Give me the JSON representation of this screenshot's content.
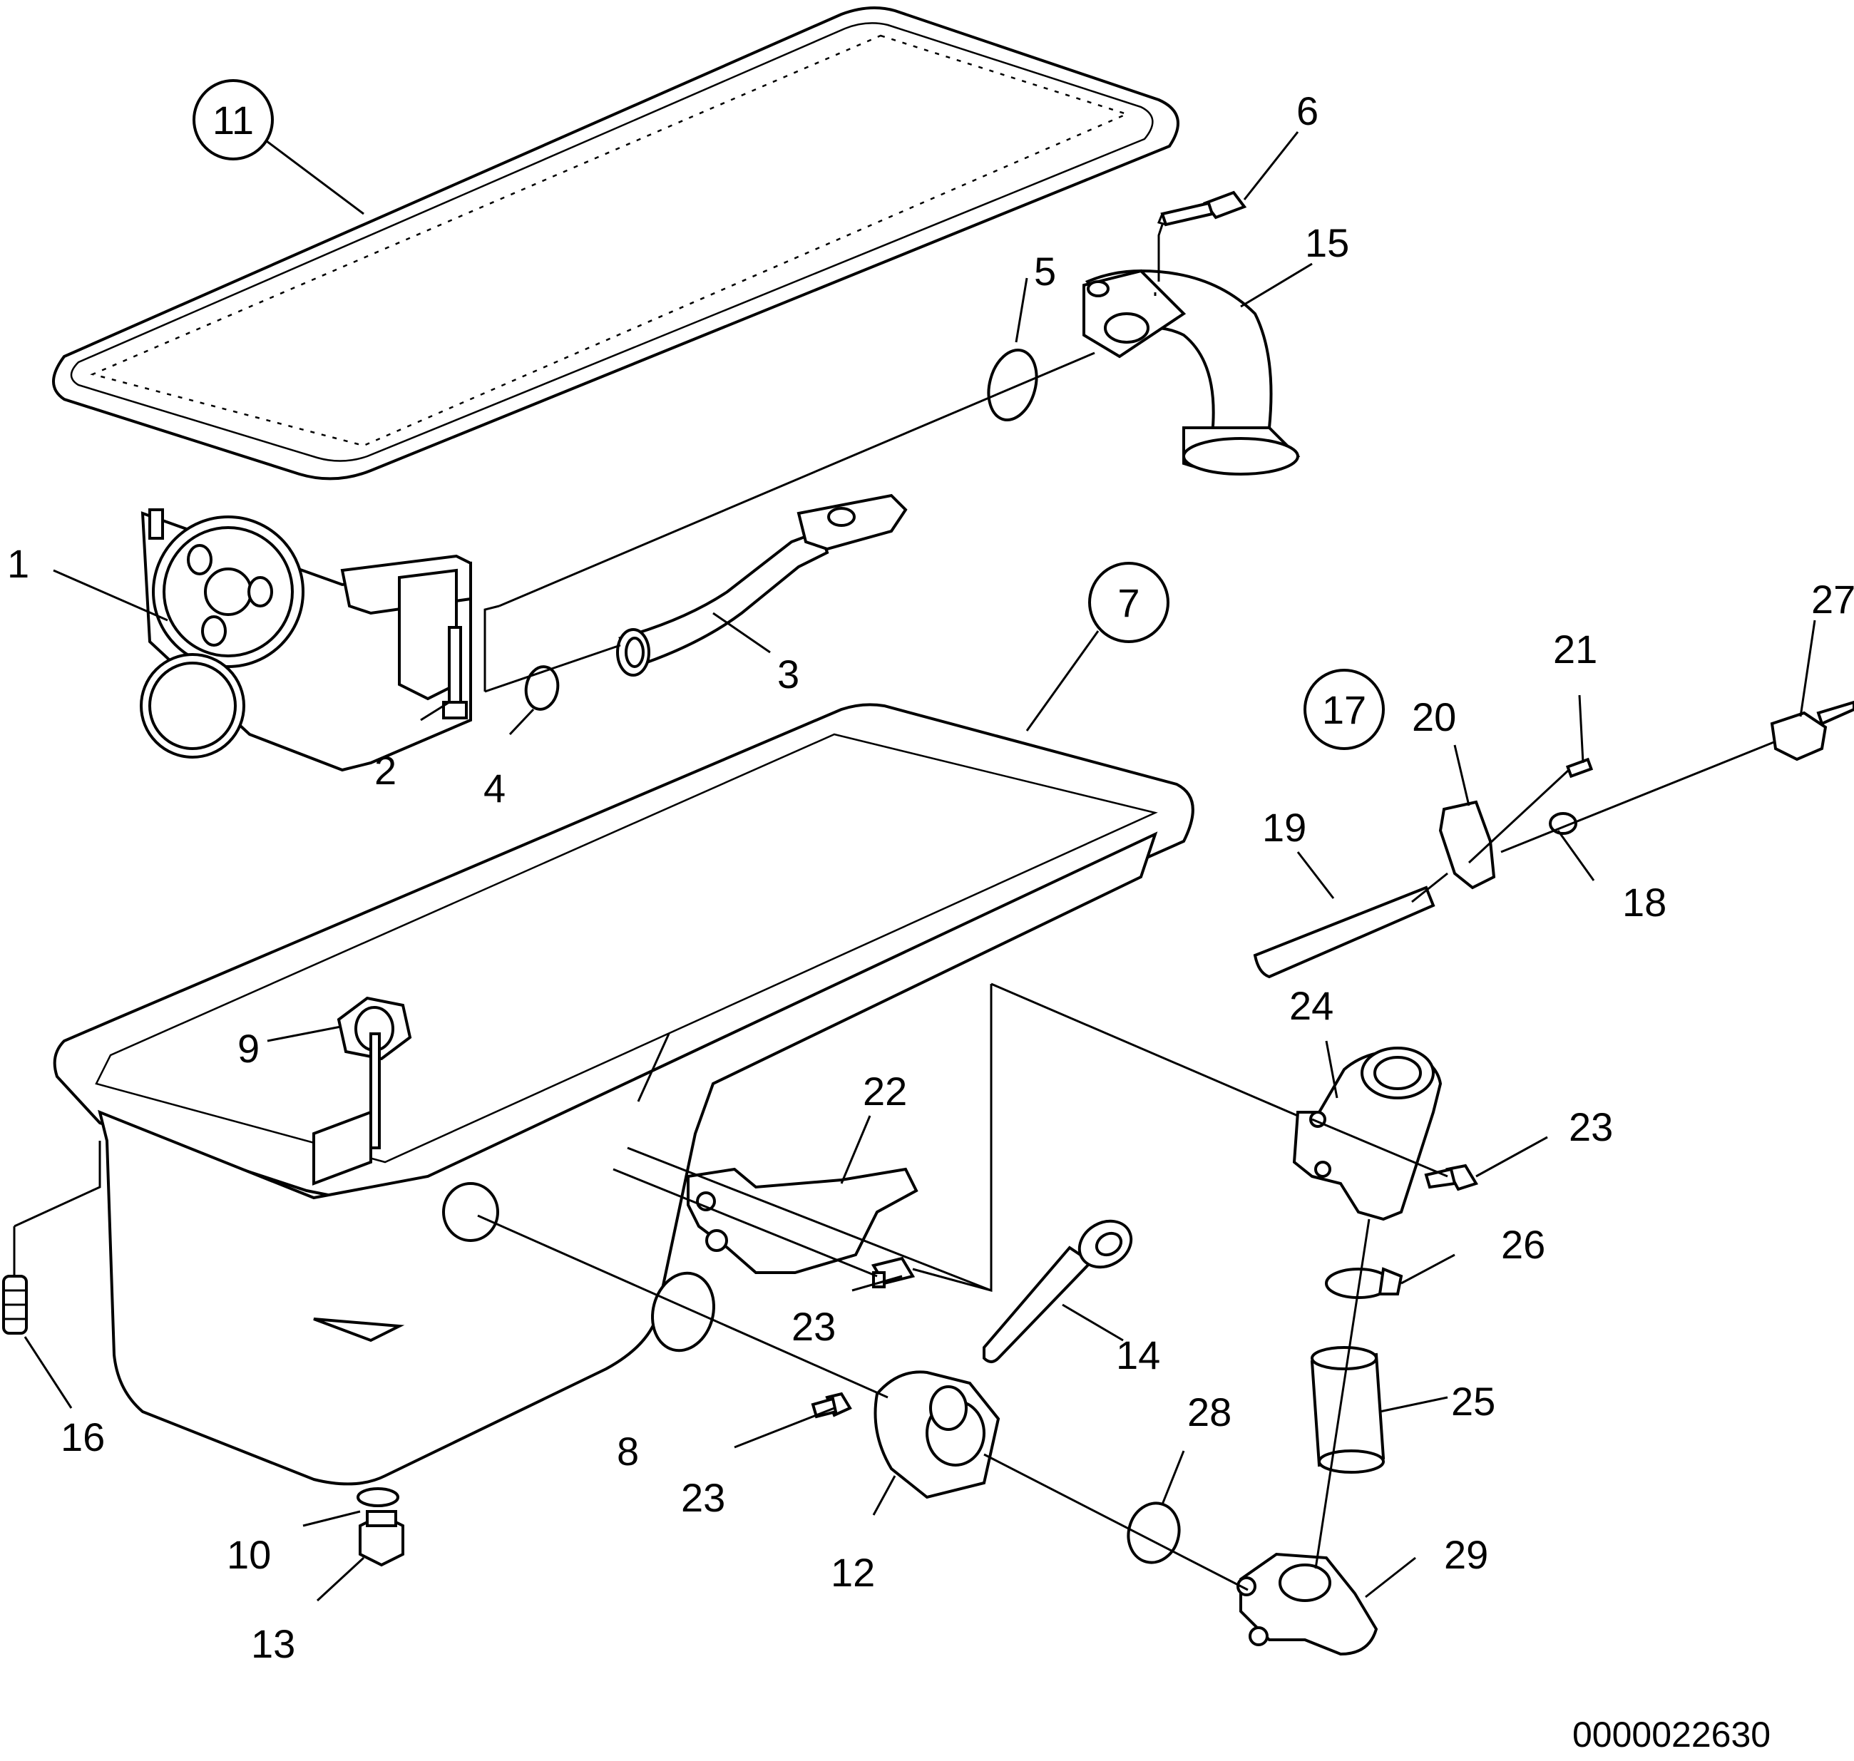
{
  "callouts": [
    {
      "id": "1",
      "text": "1",
      "circled": false
    },
    {
      "id": "2",
      "text": "2",
      "circled": false
    },
    {
      "id": "3",
      "text": "3",
      "circled": false
    },
    {
      "id": "4",
      "text": "4",
      "circled": false
    },
    {
      "id": "5",
      "text": "5",
      "circled": false
    },
    {
      "id": "6",
      "text": "6",
      "circled": false
    },
    {
      "id": "7",
      "text": "7",
      "circled": true
    },
    {
      "id": "8",
      "text": "8",
      "circled": false
    },
    {
      "id": "9",
      "text": "9",
      "circled": false
    },
    {
      "id": "10",
      "text": "10",
      "circled": false
    },
    {
      "id": "11",
      "text": "11",
      "circled": true
    },
    {
      "id": "12",
      "text": "12",
      "circled": false
    },
    {
      "id": "13",
      "text": "13",
      "circled": false
    },
    {
      "id": "14",
      "text": "14",
      "circled": false
    },
    {
      "id": "15",
      "text": "15",
      "circled": false
    },
    {
      "id": "16",
      "text": "16",
      "circled": false
    },
    {
      "id": "17",
      "text": "17",
      "circled": true
    },
    {
      "id": "18",
      "text": "18",
      "circled": false
    },
    {
      "id": "19",
      "text": "19",
      "circled": false
    },
    {
      "id": "20",
      "text": "20",
      "circled": false
    },
    {
      "id": "21",
      "text": "21",
      "circled": false
    },
    {
      "id": "22",
      "text": "22",
      "circled": false
    },
    {
      "id": "23a",
      "text": "23",
      "circled": false
    },
    {
      "id": "23b",
      "text": "23",
      "circled": false
    },
    {
      "id": "23c",
      "text": "23",
      "circled": false
    },
    {
      "id": "24",
      "text": "24",
      "circled": false
    },
    {
      "id": "25",
      "text": "25",
      "circled": false
    },
    {
      "id": "26",
      "text": "26",
      "circled": false
    },
    {
      "id": "27",
      "text": "27",
      "circled": false
    },
    {
      "id": "28",
      "text": "28",
      "circled": false
    },
    {
      "id": "29",
      "text": "29",
      "circled": false
    }
  ],
  "drawing_number": "0000022630"
}
